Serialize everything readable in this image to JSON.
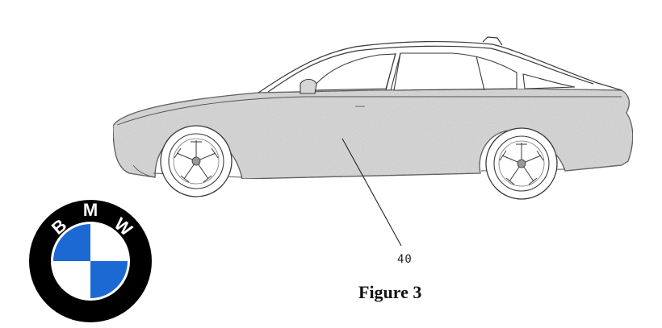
{
  "figure": {
    "reference_numeral": "40",
    "caption": "Figure 3"
  },
  "logo": {
    "letters": [
      "B",
      "M",
      "W"
    ],
    "colors": {
      "ring": "#000000",
      "blue": "#1c69d4",
      "white": "#ffffff"
    }
  },
  "colors": {
    "body_fill": "#d6d6d6",
    "line": "#3a3a3a"
  }
}
